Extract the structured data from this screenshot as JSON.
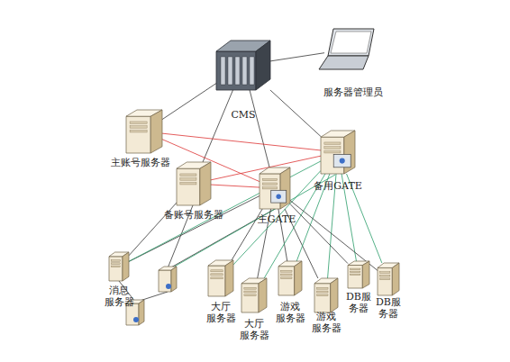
{
  "diagram": {
    "nodes": [
      {
        "text": [
          "CMS"
        ]
      },
      {
        "text": [
          "服务器管理员"
        ]
      },
      {
        "text": [
          "主账号服务器"
        ]
      },
      {
        "text": [
          "备账号服务器"
        ]
      },
      {
        "text": [
          "主GATE"
        ]
      },
      {
        "text": [
          "备用GATE"
        ]
      },
      {
        "text": [
          "消息 服务器"
        ]
      },
      {
        "text": [
          "大厅 服务器"
        ]
      },
      {
        "text": [
          "大厅 服务器"
        ]
      },
      {
        "text": [
          "游戏 服务器"
        ]
      },
      {
        "text": [
          "游戏 服务器"
        ]
      },
      {
        "text": [
          "DB服 务器"
        ]
      },
      {
        "text": [
          "DB服 务器"
        ]
      }
    ],
    "edges": [
      {
        "from": 0,
        "to": 1,
        "arrow": "none"
      },
      {
        "from": 0,
        "to": 2,
        "arrow": "none"
      },
      {
        "from": 0,
        "to": 3,
        "arrow": "none"
      },
      {
        "from": 0,
        "to": 4,
        "arrow": "none"
      },
      {
        "from": 0,
        "to": 5,
        "arrow": "none"
      },
      {
        "from": 2,
        "to": 4,
        "arrow": "none"
      },
      {
        "from": 2,
        "to": 5,
        "arrow": "none"
      },
      {
        "from": 3,
        "to": 5,
        "arrow": "none"
      },
      {
        "from": 3,
        "to": 4,
        "arrow": "none"
      },
      {
        "from": 3,
        "to": 6,
        "arrow": "none"
      },
      {
        "from": 4,
        "to": 6,
        "arrow": "none"
      },
      {
        "from": 4,
        "to": 7,
        "arrow": "none"
      },
      {
        "from": 4,
        "to": 8,
        "arrow": "none"
      },
      {
        "from": 4,
        "to": 9,
        "arrow": "none"
      },
      {
        "from": 4,
        "to": 10,
        "arrow": "none"
      },
      {
        "from": 5,
        "to": 6,
        "arrow": "none"
      },
      {
        "from": 5,
        "to": 7,
        "arrow": "none"
      },
      {
        "from": 5,
        "to": 8,
        "arrow": "none"
      },
      {
        "from": 5,
        "to": 9,
        "arrow": "none"
      },
      {
        "from": 5,
        "to": 10,
        "arrow": "none"
      },
      {
        "from": 5,
        "to": 11,
        "arrow": "none"
      },
      {
        "from": 5,
        "to": 12,
        "arrow": "none"
      },
      {
        "from": 4,
        "to": 11,
        "arrow": "none"
      },
      {
        "from": 4,
        "to": 12,
        "arrow": "none"
      }
    ]
  }
}
